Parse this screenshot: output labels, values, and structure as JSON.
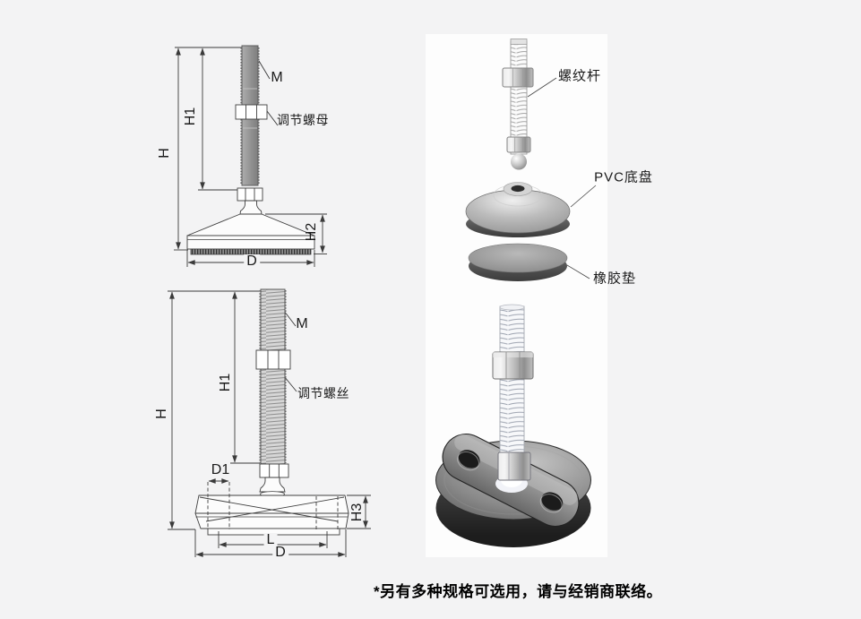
{
  "drawing_top": {
    "m": "M",
    "h1": "H1",
    "h": "H",
    "adjust_nut": "调节螺母",
    "h2": "H2",
    "d": "D"
  },
  "drawing_bottom": {
    "m": "M",
    "h1": "H1",
    "h": "H",
    "adjust_screw": "调节螺丝",
    "d1": "D1",
    "h3": "H3",
    "l": "L",
    "d": "D"
  },
  "panel": {
    "threaded_rod": "螺纹杆",
    "pvc_base": "PVC底盘",
    "rubber_pad": "橡胶垫"
  },
  "footnote": "*另有多种规格可选用，请与经销商联络。",
  "colors": {
    "page_bg": "#f3f3f4",
    "panel_bg": "#fdfdfd",
    "line": "#3a3a3a",
    "text": "#111111"
  }
}
